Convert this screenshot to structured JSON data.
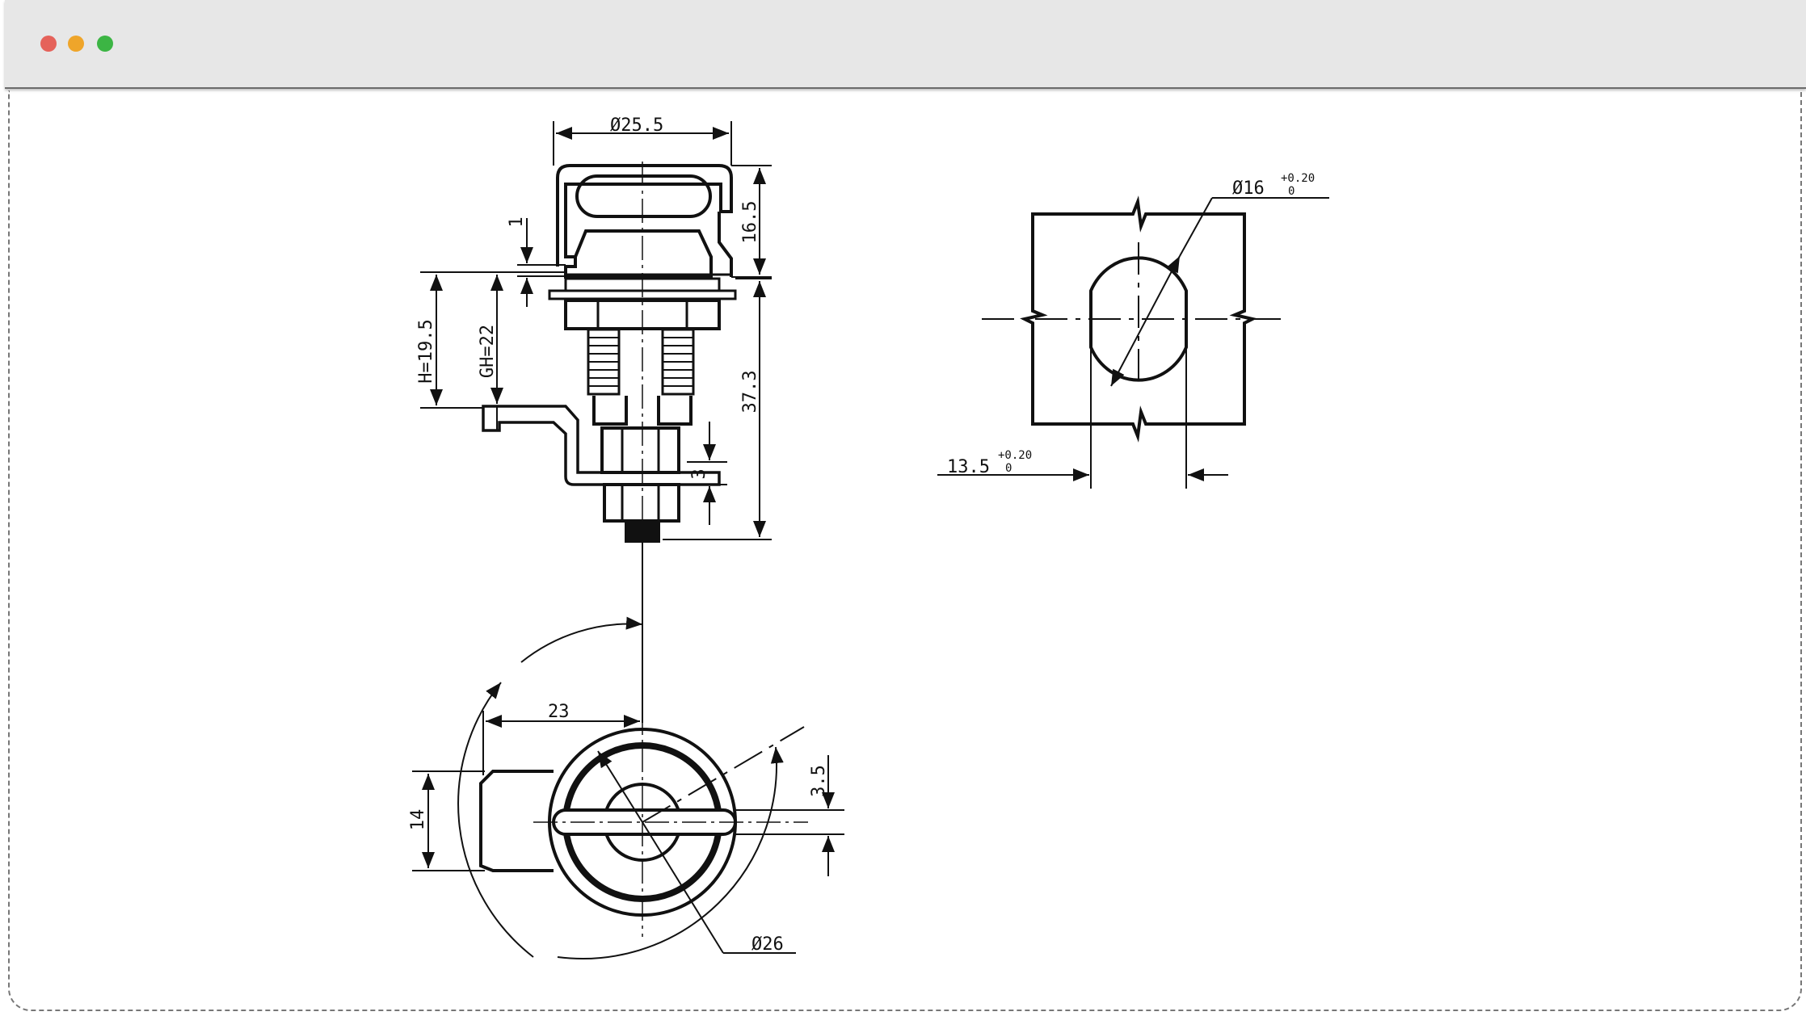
{
  "window": {
    "controls": {
      "close_color": "#e5625a",
      "minimize_color": "#efa52a",
      "maximize_color": "#3cb544"
    }
  },
  "drawing": {
    "line_color": "#111111",
    "dimensions": {
      "handle_width": "Ø25.5",
      "handle_height": "16.5",
      "gap": "1",
      "h": "H=19.5",
      "gh": "GH=22",
      "total_length": "37.3",
      "cam_thickness": "3",
      "cam_reach": "23",
      "cam_width": "14",
      "offset": "3.5",
      "face_diameter": "Ø26",
      "cutout_diameter": "Ø16",
      "cutout_diameter_tol_upper": "+0.20",
      "cutout_diameter_tol_lower": "0",
      "cutout_flat": "13.5",
      "cutout_flat_tol_upper": "+0.20",
      "cutout_flat_tol_lower": "0"
    }
  }
}
